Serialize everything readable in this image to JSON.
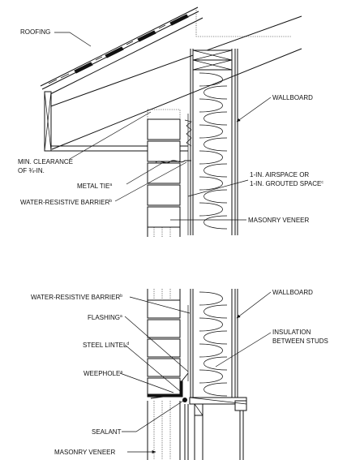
{
  "top_detail": {
    "roofing": "ROOFING",
    "wallboard": "WALLBOARD",
    "min_clearance_line1": "MIN. CLEARANCE",
    "min_clearance_line2": "OF ¾-IN.",
    "metal_tie": "METAL TIE",
    "metal_tie_note": "a",
    "airspace_line1": "1-IN. AIRSPACE OR",
    "airspace_line2": "1-IN. GROUTED SPACE",
    "airspace_note": "c",
    "wrb": "WATER-RESISTIVE BARRIER",
    "wrb_note": "b",
    "masonry_veneer": "MASONRY VENEER"
  },
  "bottom_detail": {
    "wrb": "WATER-RESISTIVE BARRIER",
    "wrb_note": "b",
    "wallboard": "WALLBOARD",
    "flashing": "FLASHING",
    "flashing_note": "a",
    "insulation_line1": "INSULATION",
    "insulation_line2": "BETWEEN STUDS",
    "steel_lintel": "STEEL LINTEL",
    "steel_lintel_note": "d",
    "weephole": "WEEPHOLE",
    "weephole_note": "a",
    "sealant": "SEALANT",
    "masonry_veneer": "MASONRY VENEER"
  },
  "colors": {
    "line": "#111111",
    "background": "#ffffff"
  }
}
